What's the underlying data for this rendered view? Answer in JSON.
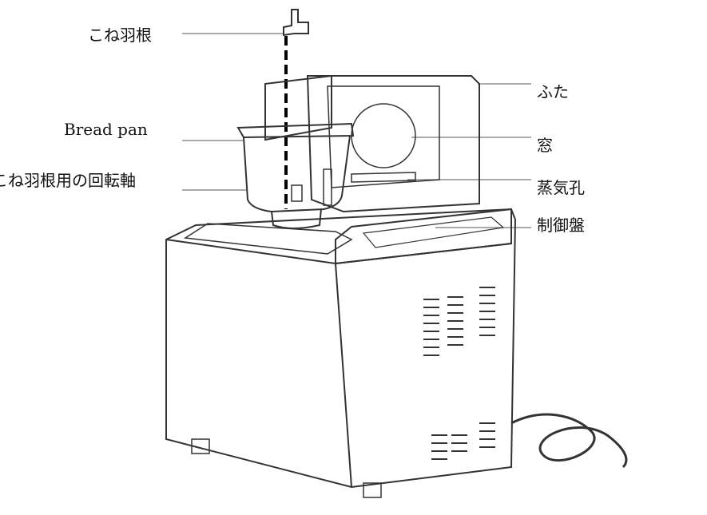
{
  "labels": {
    "kneading_blade": "こね羽根",
    "bread_pan": "Bread pan",
    "blade_shaft": "こね羽根用の回転軸",
    "lid": "ふた",
    "window": "窓",
    "steam_vent": "蒸気孔",
    "control_panel": "制御盤"
  }
}
